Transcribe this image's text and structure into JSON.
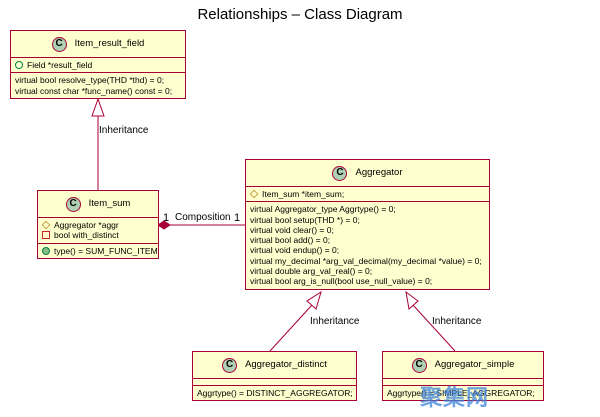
{
  "title": "Relationships – Class Diagram",
  "classes": {
    "item_result_field": {
      "spot": "C",
      "name": "Item_result_field",
      "fields": [
        {
          "vis": "public-outline",
          "text": "Field *result_field"
        }
      ],
      "methods": [
        {
          "text": "virtual bool resolve_type(THD *thd) = 0;"
        },
        {
          "text": "virtual const char *func_name() const = 0;"
        }
      ]
    },
    "item_sum": {
      "spot": "C",
      "name": "Item_sum",
      "fields": [
        {
          "vis": "protected",
          "text": "Aggregator *aggr"
        },
        {
          "vis": "private",
          "text": "bool with_distinct"
        }
      ],
      "methods": [
        {
          "vis": "public",
          "text": "type() = SUM_FUNC_ITEM"
        }
      ]
    },
    "aggregator": {
      "spot": "C",
      "name": "Aggregator",
      "fields": [
        {
          "vis": "protected",
          "text": "Item_sum *item_sum;"
        }
      ],
      "methods": [
        {
          "text": "virtual Aggregator_type Aggrtype() = 0;"
        },
        {
          "text": "virtual bool setup(THD *) = 0;"
        },
        {
          "text": "virtual void clear() = 0;"
        },
        {
          "text": "virtual bool add() = 0;"
        },
        {
          "text": "virtual void endup() = 0;"
        },
        {
          "text": "virtual my_decimal *arg_val_decimal(my_decimal *value) = 0;"
        },
        {
          "text": "virtual double arg_val_real() = 0;"
        },
        {
          "text": "virtual bool arg_is_null(bool use_null_value) = 0;"
        }
      ]
    },
    "aggregator_distinct": {
      "spot": "C",
      "name": "Aggregator_distinct",
      "methods": [
        {
          "text": "Aggrtype() = DISTINCT_AGGREGATOR;"
        }
      ]
    },
    "aggregator_simple": {
      "spot": "C",
      "name": "Aggregator_simple",
      "methods": [
        {
          "text": "Aggrtype() = SIMPLE_AGGREGATOR;"
        }
      ]
    }
  },
  "relations": {
    "inheritance_top": "Inheritance",
    "composition": "Composition",
    "composition_left_mult": "1",
    "composition_right_mult": "1",
    "inheritance_left": "Inheritance",
    "inheritance_right": "Inheritance"
  },
  "watermark": "聚集网",
  "colors": {
    "class_fill": "#fefece",
    "class_border": "#a80036",
    "spot_fill": "#add1b2"
  }
}
